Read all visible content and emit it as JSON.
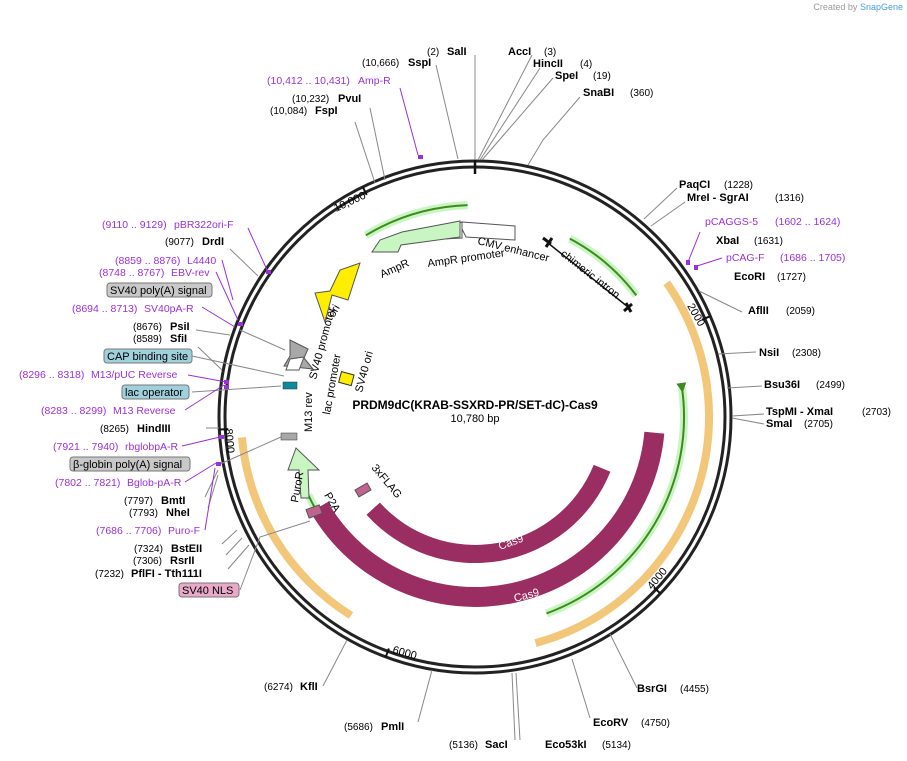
{
  "credit": {
    "prefix": "Created by",
    "brand": "SnapGene"
  },
  "plasmid": {
    "name": "PRDM9dC(KRAB-SSXRD-PR/SET-dC)-Cas9",
    "length_label": "10,780 bp"
  },
  "ruler": [
    "2000",
    "4000",
    "6000",
    "8000",
    "10,000"
  ],
  "sites_right": [
    {
      "name": "SalI",
      "pos": "(2)"
    },
    {
      "name": "AccI",
      "pos": "(3)"
    },
    {
      "name": "HincII",
      "pos": "(4)"
    },
    {
      "name": "SpeI",
      "pos": "(19)"
    },
    {
      "name": "SnaBI",
      "pos": "(360)"
    },
    {
      "name": "PaqCI",
      "pos": "(1228)"
    },
    {
      "name": "MreI - SgrAI",
      "pos": "(1316)"
    },
    {
      "name": "XbaI",
      "pos": "(1631)"
    },
    {
      "name": "EcoRI",
      "pos": "(1727)"
    },
    {
      "name": "AflII",
      "pos": "(2059)"
    },
    {
      "name": "NsiI",
      "pos": "(2308)"
    },
    {
      "name": "Bsu36I",
      "pos": "(2499)"
    },
    {
      "name": "TspMI - XmaI",
      "pos": "(2703)"
    },
    {
      "name": "SmaI",
      "pos": "(2705)"
    },
    {
      "name": "BsrGI",
      "pos": "(4455)"
    },
    {
      "name": "EcoRV",
      "pos": "(4750)"
    },
    {
      "name": "Eco53kI",
      "pos": "(5134)"
    }
  ],
  "sites_left": [
    {
      "name": "SacI",
      "pos": "(5136)"
    },
    {
      "name": "PmlI",
      "pos": "(5686)"
    },
    {
      "name": "KflI",
      "pos": "(6274)"
    },
    {
      "name": "PflFI - Tth111I",
      "pos": "(7232)"
    },
    {
      "name": "RsrII",
      "pos": "(7306)"
    },
    {
      "name": "BstEII",
      "pos": "(7324)"
    },
    {
      "name": "NheI",
      "pos": "(7793)"
    },
    {
      "name": "BmtI",
      "pos": "(7797)"
    },
    {
      "name": "HindIII",
      "pos": "(8265)"
    },
    {
      "name": "SfiI",
      "pos": "(8589)"
    },
    {
      "name": "PsiI",
      "pos": "(8676)"
    },
    {
      "name": "DrdI",
      "pos": "(9077)"
    },
    {
      "name": "FspI",
      "pos": "(10,084)"
    },
    {
      "name": "PvuI",
      "pos": "(10,232)"
    },
    {
      "name": "SspI",
      "pos": "(10,666)"
    }
  ],
  "primers": [
    {
      "name": "Amp-R",
      "pos": "(10,412 .. 10,431)"
    },
    {
      "name": "pCAGGS-5",
      "pos": "(1602 .. 1624)"
    },
    {
      "name": "pCAG-F",
      "pos": "(1686 .. 1705)"
    },
    {
      "name": "pBR322ori-F",
      "pos": "(9110 .. 9129)"
    },
    {
      "name": "L4440",
      "pos": "(8859 .. 8876)"
    },
    {
      "name": "EBV-rev",
      "pos": "(8748 .. 8767)"
    },
    {
      "name": "SV40pA-R",
      "pos": "(8694 .. 8713)"
    },
    {
      "name": "M13/pUC Reverse",
      "pos": "(8296 .. 8318)"
    },
    {
      "name": "M13 Reverse",
      "pos": "(8283 .. 8299)"
    },
    {
      "name": "rbglobpA-R",
      "pos": "(7921 .. 7940)"
    },
    {
      "name": "Bglob-pA-R",
      "pos": "(7802 .. 7821)"
    },
    {
      "name": "Puro-F",
      "pos": "(7686 .. 7706)"
    }
  ],
  "boxed": [
    {
      "name": "SV40 poly(A) signal",
      "color": "#c8c8c8"
    },
    {
      "name": "CAP binding site",
      "color": "#9fd0dc"
    },
    {
      "name": "lac operator",
      "color": "#9fd0dc"
    },
    {
      "name": "β-globin poly(A) signal",
      "color": "#c8c8c8"
    },
    {
      "name": "SV40 NLS",
      "color": "#e9a9c8"
    }
  ],
  "features": {
    "ampr": "AmpR",
    "ampr_promoter": "AmpR promoter",
    "cmv": "CMV enhancer",
    "chimeric_intron": "chimeric intron",
    "ori": "ori",
    "sv40_promoter": "SV40 promoter",
    "sv40_ori": "SV40 ori",
    "lac_promoter": "lac promoter",
    "m13_rev": "M13 rev",
    "puror": "PuroR",
    "p2a": "P2A",
    "flag": "3xFLAG",
    "cas9_inner": "Cas9",
    "cas9_outer": "Cas9"
  },
  "colors": {
    "green_fill": "#c8f5c2",
    "green_line": "#3f8a1c",
    "orange": "#f2c77a",
    "cas9": "#9a2d62",
    "ori": "#ffee00",
    "primer": "#9b30d9",
    "grey_box": "#a8a8a8"
  }
}
